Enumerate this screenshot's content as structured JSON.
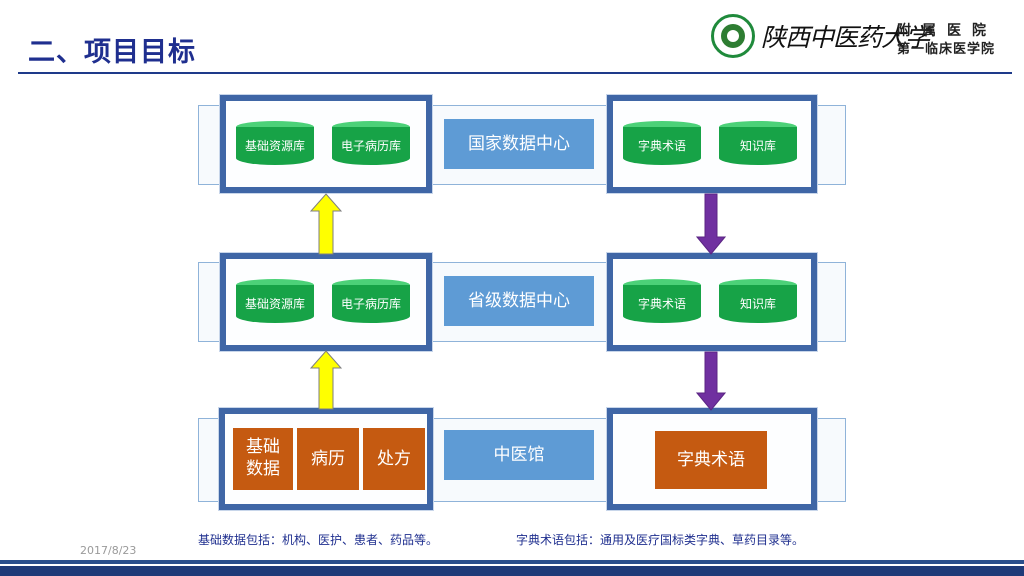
{
  "slide": {
    "title": "二、项目目标",
    "date": "2017/8/23"
  },
  "logo": {
    "calligraphy": "陕西中医药大学",
    "line1": "附属医院",
    "line2": "第一临床医学院"
  },
  "levels": {
    "national": {
      "center": "国家数据中心",
      "left": [
        "基础资源库",
        "电子病历库"
      ],
      "right": [
        "字典术语",
        "知识库"
      ]
    },
    "provincial": {
      "center": "省级数据中心",
      "left": [
        "基础资源库",
        "电子病历库"
      ],
      "right": [
        "字典术语",
        "知识库"
      ]
    },
    "hospital": {
      "center": "中医馆",
      "left_line1": "基础",
      "left_line2": "数据",
      "left_2": "病历",
      "left_3": "处方",
      "right": "字典术语"
    }
  },
  "captions": {
    "left": "基础数据包括：机构、医护、患者、药品等。",
    "right": "字典术语包括：通用及医疗国标类字典、草药目录等。"
  },
  "colors": {
    "title": "#1f2f8f",
    "group_border": "#3f66a6",
    "cylinder": "#17a347",
    "center_box": "#5e9bd5",
    "orange": "#c55a11",
    "up_arrow": "#ffff00",
    "down_arrow": "#7030a0"
  }
}
